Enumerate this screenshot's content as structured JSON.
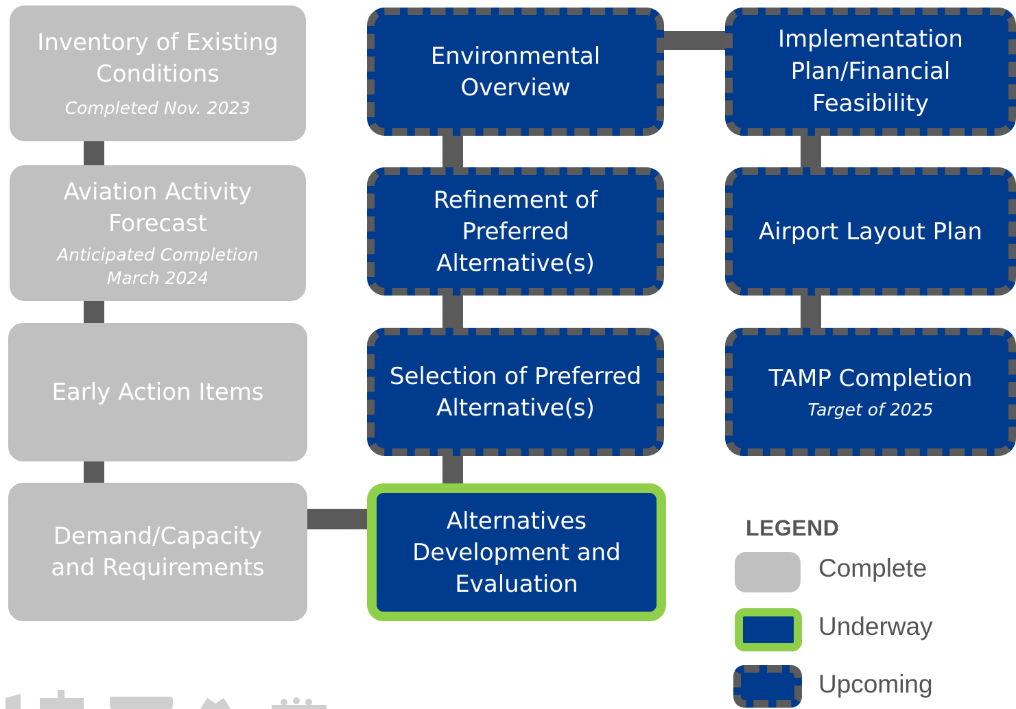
{
  "boxes": {
    "inventory": {
      "title": "Inventory of Existing Conditions",
      "sub": "Completed Nov. 2023"
    },
    "forecast": {
      "title": "Aviation Activity Forecast",
      "sub": "Anticipated Completion March 2024"
    },
    "early_action": {
      "title": "Early Action Items"
    },
    "demand_capacity": {
      "title": "Demand/Capacity and Requirements"
    },
    "environmental": {
      "title": "Environmental Overview"
    },
    "refinement": {
      "title": "Refinement of Preferred Alternative(s)"
    },
    "selection": {
      "title": "Selection of Preferred Alternative(s)"
    },
    "alternatives": {
      "title": "Alternatives Development and Evaluation"
    },
    "implementation": {
      "title": "Implementation Plan/Financial Feasibility"
    },
    "alp": {
      "title": "Airport Layout Plan"
    },
    "tamp": {
      "title": "TAMP Completion",
      "sub": "Target of 2025"
    }
  },
  "legend": {
    "title": "LEGEND",
    "complete": "Complete",
    "underway": "Underway",
    "upcoming": "Upcoming"
  },
  "colors": {
    "complete_fill": "#c0c0c0",
    "active_fill": "#003b8e",
    "underway_border": "#8fcf4a",
    "upcoming_border": "#5b5b5b",
    "connector": "#5a5a5a"
  }
}
